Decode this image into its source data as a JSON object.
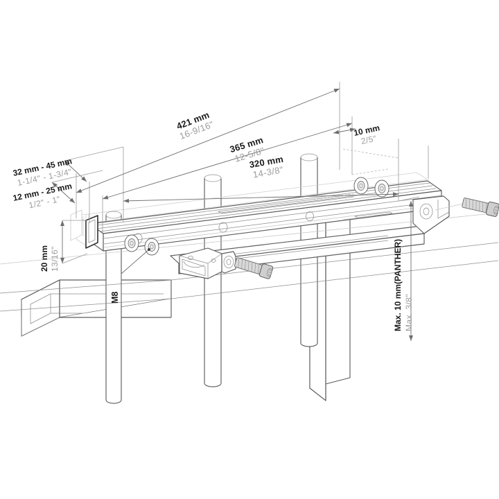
{
  "drawing": {
    "title": "Mounting rail installation dimension drawing",
    "background_color": "#ffffff",
    "line_color": "#5c5c5c",
    "dim_text_color": "#1a1a1a",
    "inch_text_color": "#9b9b9b"
  },
  "dimensions": {
    "overall_length": {
      "mm": "421 mm",
      "inch": "16-9/16\""
    },
    "mid_length": {
      "mm": "365 mm",
      "inch": "12-5/8\""
    },
    "inner_length": {
      "mm": "320 mm",
      "inch": "14-3/8\""
    },
    "end_offset": {
      "mm": "10 mm",
      "inch": "2/5\""
    },
    "clamp_range_upper": {
      "mm": "32 mm - 45 mm",
      "inch": "1-1/4\" - 1-3/4\""
    },
    "clamp_range_lower": {
      "mm": "12 mm - 25 mm",
      "inch": "1/2\" - 1\""
    },
    "height": {
      "mm": "20 mm",
      "inch": "13/16\""
    },
    "max_depth": {
      "mm": "Max. 10 mm(PANTHER)",
      "inch": "Max. 3/8\""
    }
  },
  "callouts": {
    "thread_spec": "M8"
  },
  "parts": [
    {
      "name": "mounting-rail",
      "type": "extruded-aluminium-rail"
    },
    {
      "name": "end-cap-primary",
      "type": "end-cap"
    },
    {
      "name": "end-cap-ghost",
      "type": "end-cap"
    },
    {
      "name": "washer-set",
      "type": "washers",
      "count": 4
    },
    {
      "name": "cap-screw-right",
      "type": "socket-head-cap-screw"
    },
    {
      "name": "cap-screw-lower",
      "type": "socket-head-cap-screw"
    },
    {
      "name": "clamp-block",
      "type": "clamp-bracket"
    },
    {
      "name": "square-tube",
      "type": "hollow-square-tube"
    },
    {
      "name": "post-left",
      "type": "round-post"
    },
    {
      "name": "post-middle",
      "type": "round-post"
    },
    {
      "name": "post-right",
      "type": "round-post"
    },
    {
      "name": "panel-column",
      "type": "rectangular-column"
    }
  ]
}
